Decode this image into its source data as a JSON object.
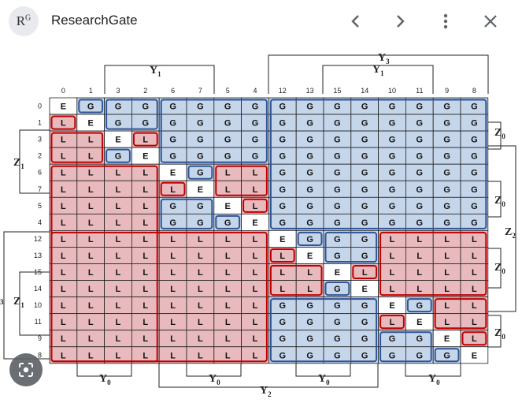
{
  "header": {
    "title": "ResearchGate",
    "icon_letter": "R",
    "icon_super": "G",
    "icons": [
      "back-arrow-icon",
      "forward-arrow-icon",
      "more-vert-icon",
      "close-icon"
    ]
  },
  "figure": {
    "col_headers": [
      "0",
      "1",
      "3",
      "2",
      "6",
      "7",
      "5",
      "4",
      "12",
      "13",
      "15",
      "14",
      "10",
      "11",
      "9",
      "8"
    ],
    "row_headers": [
      "0",
      "1",
      "3",
      "2",
      "6",
      "7",
      "5",
      "4",
      "12",
      "13",
      "15",
      "14",
      "10",
      "11",
      "9",
      "8"
    ],
    "cells": [
      "EGGGGGGGGGGGGGGG",
      "LEGGGGGGGGGGGGGG",
      "LLELGGGGGGGGGGGG",
      "LLGEGGGGGGGGGGGG",
      "LLLLEGLLGGGGGGGG",
      "LLLLLELLGGGGGGGG",
      "LLLLGGELGGGGGGGG",
      "LLLLGGGEGGGGGGGG",
      "LLLLLLLLEGGGLLLL",
      "LLLLLLLLLEGGLLLL",
      "LLLLLLLLLLELLLLL",
      "LLLLLLLLLLGELLLL",
      "LLLLLLLLGGGGEGLL",
      "LLLLLLLLGGGGLELL",
      "LLLLLLLLGGGGGGEL",
      "LLLLLLLLGGGGGGGE"
    ],
    "labels": {
      "y1": "Y",
      "y1_sub": "1",
      "y3": "Y",
      "y3_sub": "3",
      "y1b": "Y",
      "y1b_sub": "1",
      "y0": "Y",
      "y0_sub": "0",
      "y2": "Y",
      "y2_sub": "2",
      "z0": "Z",
      "z0_sub": "0",
      "z1": "Z",
      "z1_sub": "1",
      "z2": "Z",
      "z2_sub": "2",
      "z3": "3"
    },
    "colors": {
      "G_fill": "#c5d5ea",
      "L_fill": "#e8b9bd",
      "E_fill": "#ffffff",
      "G_box": "#2f5597",
      "L_box": "#c00000",
      "grid": "#222222"
    }
  },
  "lens": {
    "icon": "lens-icon"
  }
}
